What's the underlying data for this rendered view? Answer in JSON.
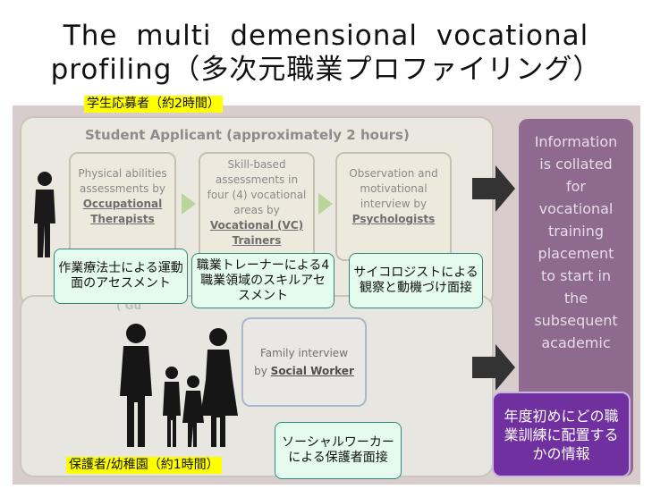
{
  "title_line1": "The  multi  demensional  vocational",
  "title_line2": "profiling（多次元職業プロファイリング）",
  "labels": {
    "student_time_jp": "学生応募者（約2時間）",
    "guardian_time_jp": "保護者/幼稚園（約1時間）"
  },
  "student_section": {
    "heading": "Student Applicant (approximately 2 hours)",
    "box1_lines": [
      "Physical abilities",
      "assessments by"
    ],
    "box1_strong": [
      "Occupational",
      "Therapists"
    ],
    "box2_lines": [
      "Skill-based",
      "assessments in",
      "four (4) vocational",
      "areas by"
    ],
    "box2_strong": [
      "Vocational (VC)",
      "Trainers"
    ],
    "box3_lines": [
      "Observation and",
      "motivational",
      "interview by"
    ],
    "box3_strong": [
      "Psychologists"
    ]
  },
  "jp_notes": {
    "ot": "作業療法士による運動面のアセスメント",
    "vc": "職業トレーナーによる4職業領域のスキルアセスメント",
    "psy": "サイコロジストによる観察と動機づけ面接",
    "sw": "ソーシャルワーカーによる保護者面接",
    "result": "年度初めにどの職業訓練に配置するかの情報"
  },
  "family_section": {
    "ghost_text": "( Gu",
    "interview_line1": "Family interview",
    "interview_prefix": "by ",
    "interview_strong": "Social Worker"
  },
  "result_panel": {
    "lines": [
      "Information",
      "is collated",
      "for",
      "vocational",
      "training",
      "placement",
      "to start in",
      "the",
      "subsequent",
      "academic"
    ]
  },
  "colors": {
    "purple_panel": "#8e6a8f",
    "jp_result_box": "#7030a0",
    "jp_note_bg": "#e4fbee",
    "highlight": "#ffff00",
    "small_arrow": "#b9d69a",
    "big_arrow": "#333333"
  }
}
